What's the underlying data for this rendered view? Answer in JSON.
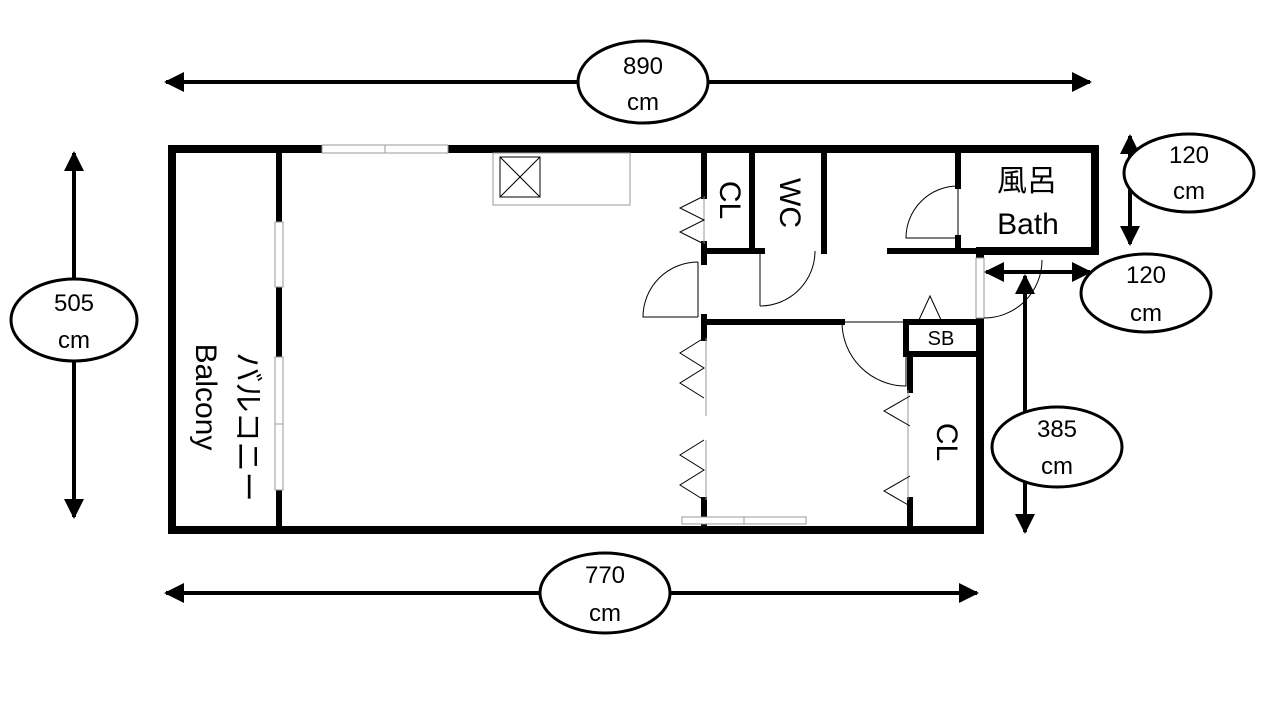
{
  "dimensions": {
    "top_width": {
      "value": "890",
      "unit": "cm"
    },
    "left_height": {
      "value": "505",
      "unit": "cm"
    },
    "bottom_width": {
      "value": "770",
      "unit": "cm"
    },
    "bath_height": {
      "value": "120",
      "unit": "cm"
    },
    "step_width": {
      "value": "120",
      "unit": "cm"
    },
    "right_height": {
      "value": "385",
      "unit": "cm"
    }
  },
  "rooms": {
    "balcony_jp": "バルコニー",
    "balcony_en": "Balcony",
    "closet_top": "CL",
    "wc": "WC",
    "bath_jp": "風呂",
    "bath_en": "Bath",
    "shoe_box": "SB",
    "closet_right": "CL"
  }
}
